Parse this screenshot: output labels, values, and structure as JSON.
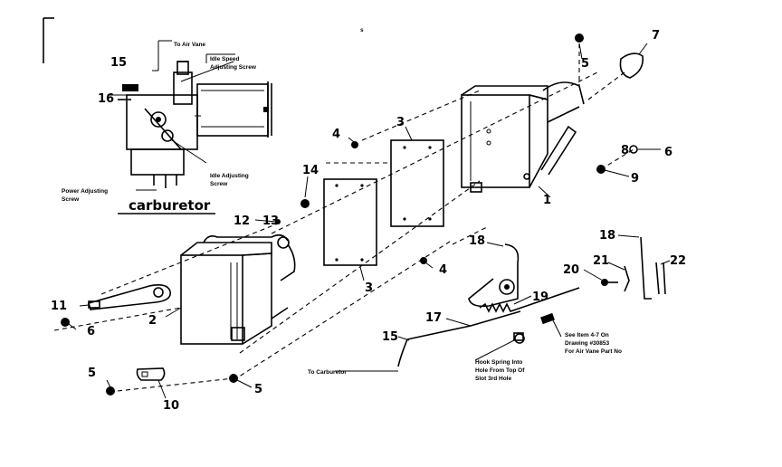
{
  "diagram": {
    "caption": "carburetor",
    "top_mark": "s",
    "notes": {
      "to_air_vane": "To Air Vane",
      "idle_speed_screw": [
        "Idle Speed",
        "Adjusting Screw"
      ],
      "idle_adjusting_screw": [
        "Idle Adjusting",
        "Screw"
      ],
      "power_adjusting_screw": [
        "Power Adjusting",
        "Screw"
      ],
      "to_carburetor": "To Carburetor",
      "hook_note": [
        "Hook Spring Into",
        "Hole From Top Of",
        "Slot 3rd Hole"
      ],
      "see_note": [
        "See Item 4-7 On",
        "Drawing #30853",
        "For Air Vane Part No"
      ]
    },
    "part_numbers": {
      "p1": "1",
      "p2": "2",
      "p3a": "3",
      "p3b": "3",
      "p4a": "4",
      "p4b": "4",
      "p5a": "5",
      "p5b": "5",
      "p5c": "5",
      "p6a": "6",
      "p6b": "6",
      "p7": "7",
      "p8": "8",
      "p9": "9",
      "p10": "10",
      "p11": "11",
      "p12": "12",
      "p13": "13",
      "p14": "14",
      "p15a": "15",
      "p15b": "15",
      "p16": "16",
      "p17": "17",
      "p18a": "18",
      "p18b": "18",
      "p19": "19",
      "p20": "20",
      "p21": "21",
      "p22": "22"
    }
  }
}
